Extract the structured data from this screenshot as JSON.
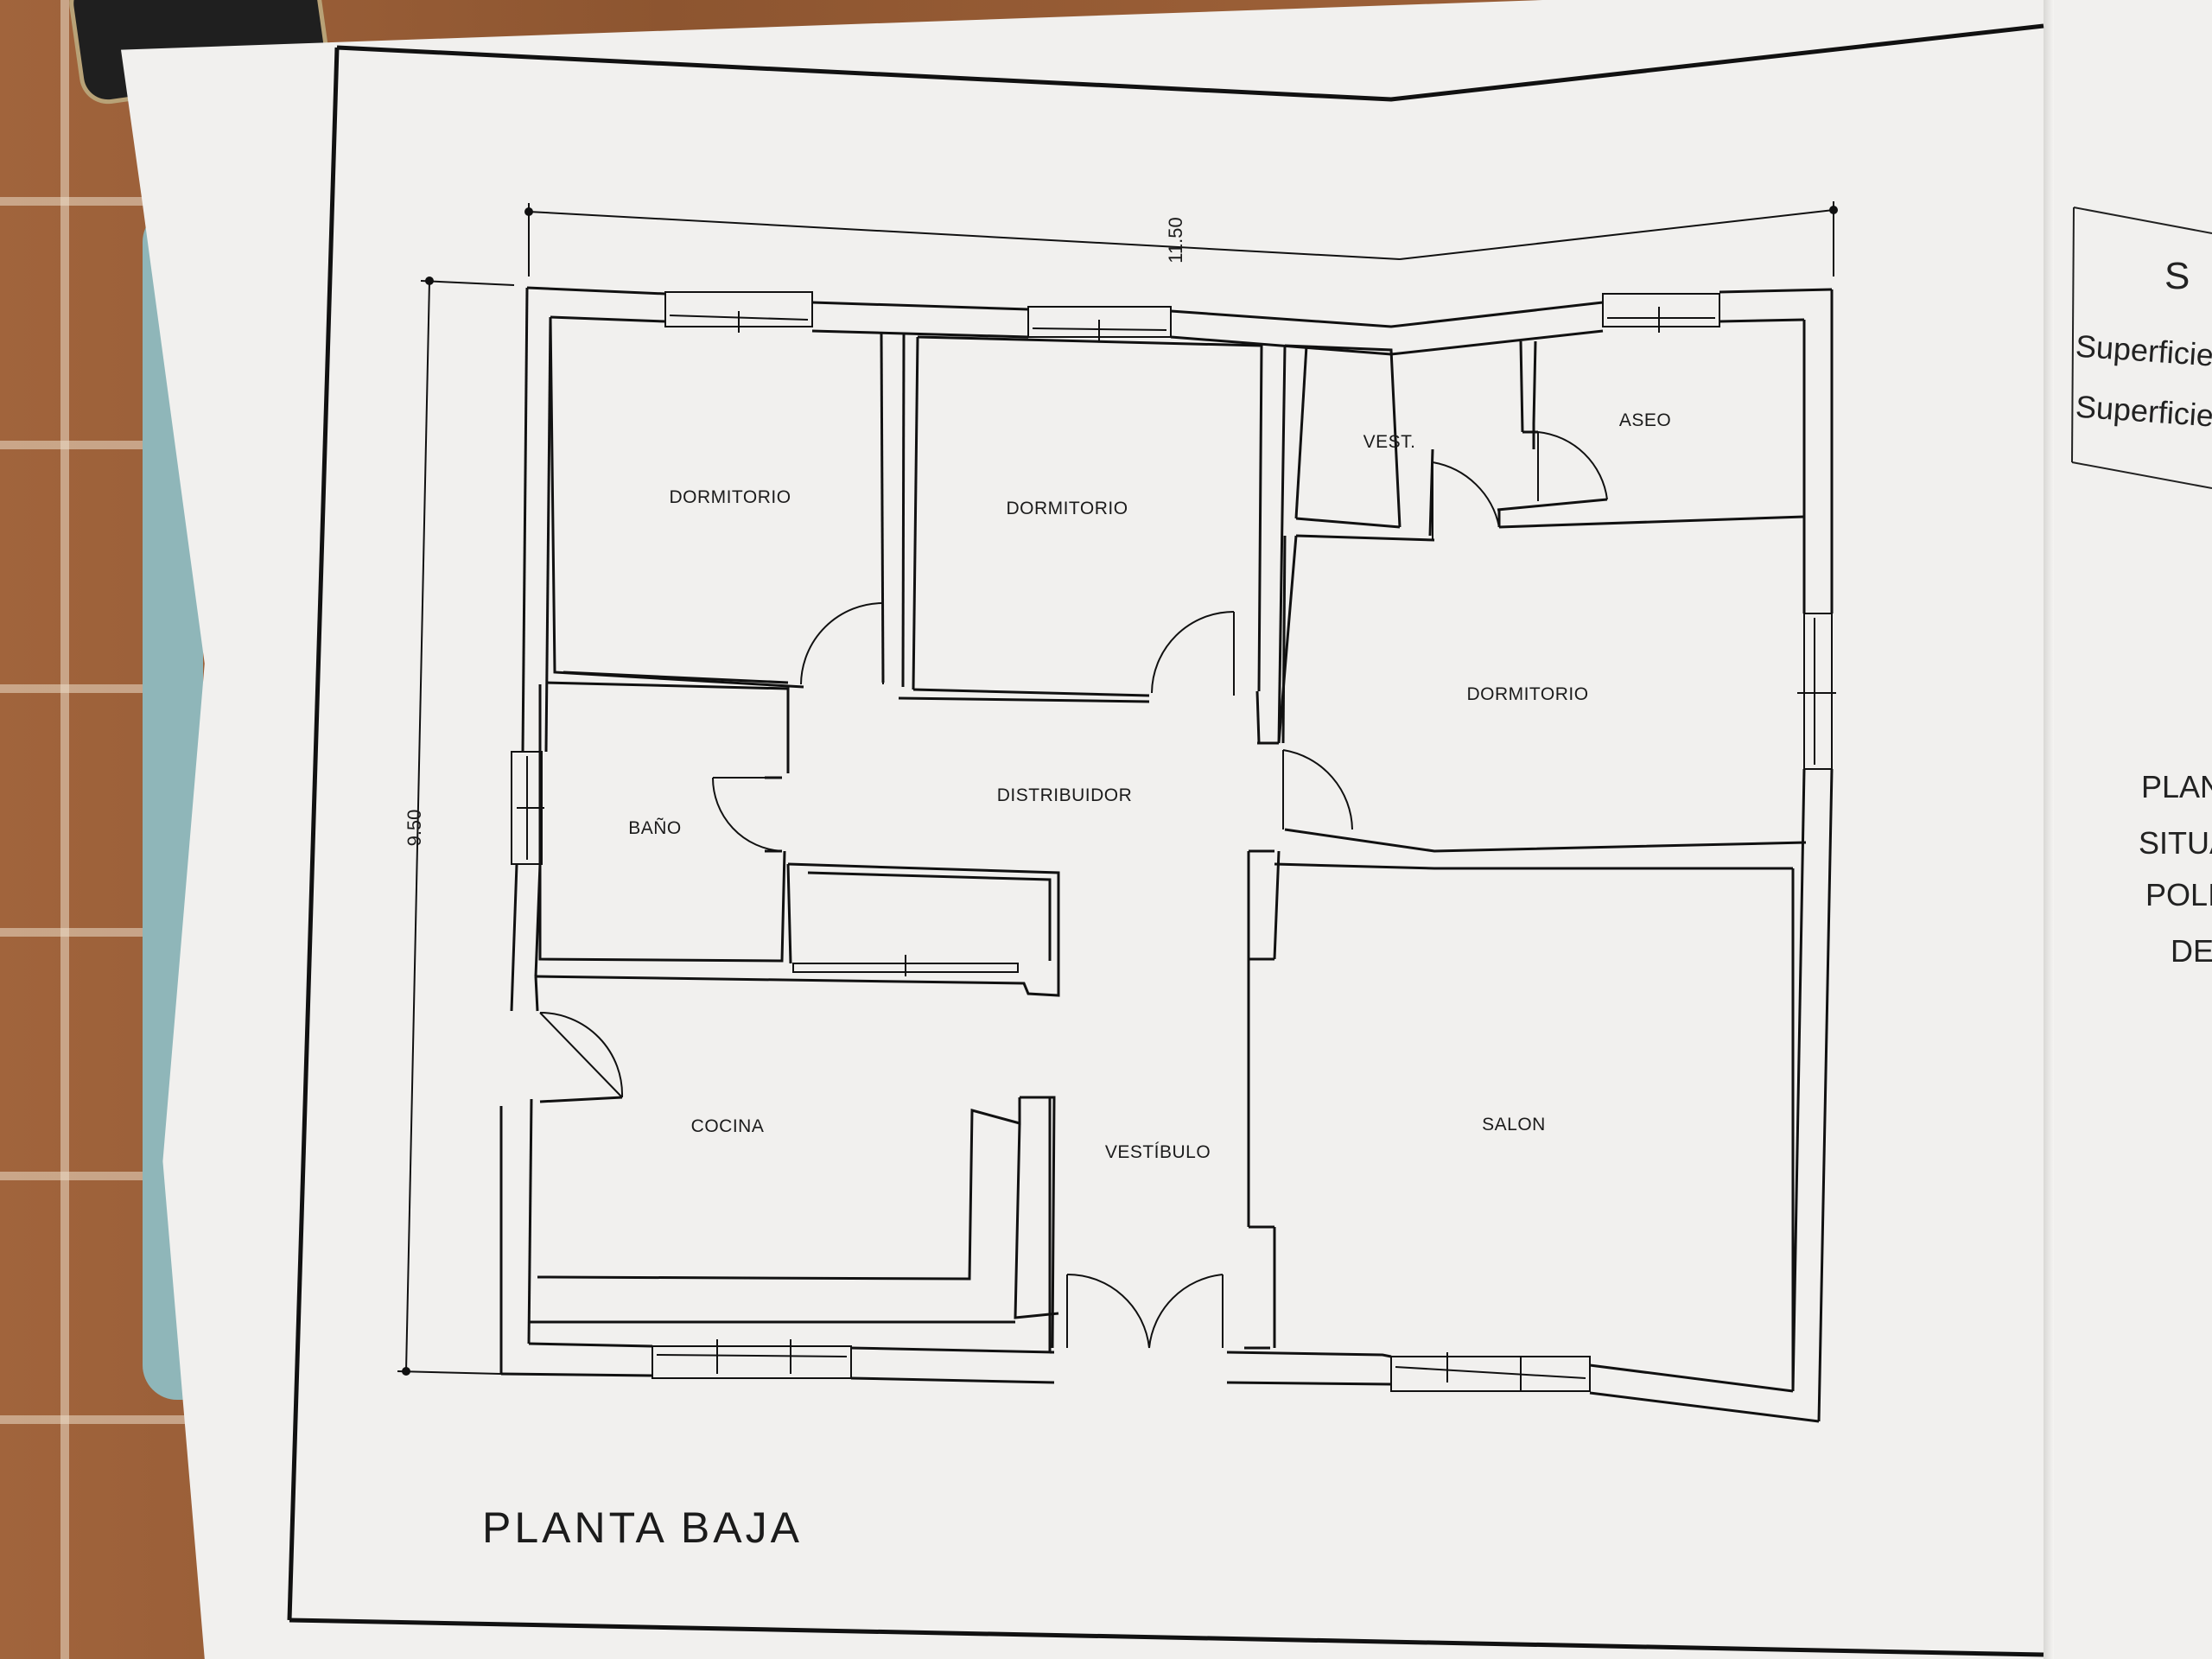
{
  "drawing": {
    "title": "PLANTA BAJA",
    "dimensions": {
      "width": "11.50",
      "height": "9.50"
    },
    "rooms": [
      {
        "key": "dormitorio_1",
        "label": "DORMITORIO"
      },
      {
        "key": "dormitorio_2",
        "label": "DORMITORIO"
      },
      {
        "key": "vestidor",
        "label": "VEST."
      },
      {
        "key": "aseo",
        "label": "ASEO"
      },
      {
        "key": "dormitorio_3",
        "label": "DORMITORIO"
      },
      {
        "key": "distribuidor",
        "label": "DISTRIBUIDOR"
      },
      {
        "key": "bano",
        "label": "BAÑO"
      },
      {
        "key": "cocina",
        "label": "COCINA"
      },
      {
        "key": "vestibulo",
        "label": "VESTÍBULO"
      },
      {
        "key": "salon",
        "label": "SALON"
      }
    ]
  },
  "side_panel": {
    "box_heading": "S U",
    "box_lines": [
      "Superficie co",
      "Superficie Ú"
    ],
    "plano_lines": [
      "PLANO",
      "SITUAD",
      "POLIGO",
      "DE"
    ]
  }
}
